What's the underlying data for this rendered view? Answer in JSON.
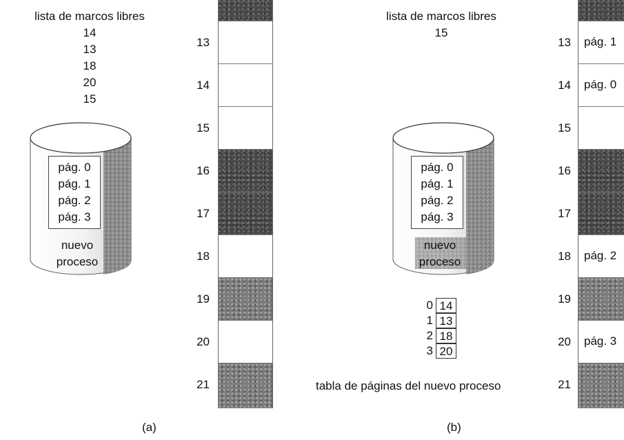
{
  "panel_a": {
    "free_list": {
      "title": "lista de marcos libres",
      "items": [
        "14",
        "13",
        "18",
        "20",
        "15"
      ]
    },
    "disk": {
      "pages": [
        "pág. 0",
        "pág. 1",
        "pág. 2",
        "pág. 3"
      ],
      "label_line1": "nuevo",
      "label_line2": "proceso"
    },
    "memory": {
      "frame_numbers": [
        "13",
        "14",
        "15",
        "16",
        "17",
        "18",
        "19",
        "20",
        "21"
      ],
      "frame_labels": [
        "",
        "",
        "",
        "",
        "",
        "",
        "",
        "",
        ""
      ]
    },
    "caption": "(a)"
  },
  "panel_b": {
    "free_list": {
      "title": "lista de marcos libres",
      "items": [
        "15"
      ]
    },
    "disk": {
      "pages": [
        "pág. 0",
        "pág. 1",
        "pág. 2",
        "pág. 3"
      ],
      "label_line1": "nuevo",
      "label_line2": "proceso"
    },
    "page_table": {
      "indices": [
        "0",
        "1",
        "2",
        "3"
      ],
      "frames": [
        "14",
        "13",
        "18",
        "20"
      ],
      "title": "tabla de páginas del nuevo proceso"
    },
    "memory": {
      "frame_numbers": [
        "13",
        "14",
        "15",
        "16",
        "17",
        "18",
        "19",
        "20",
        "21"
      ],
      "frame_labels": [
        "pág. 1",
        "pág. 0",
        "",
        "",
        "",
        "pág. 2",
        "",
        "pág. 3",
        ""
      ]
    },
    "caption": "(b)"
  }
}
